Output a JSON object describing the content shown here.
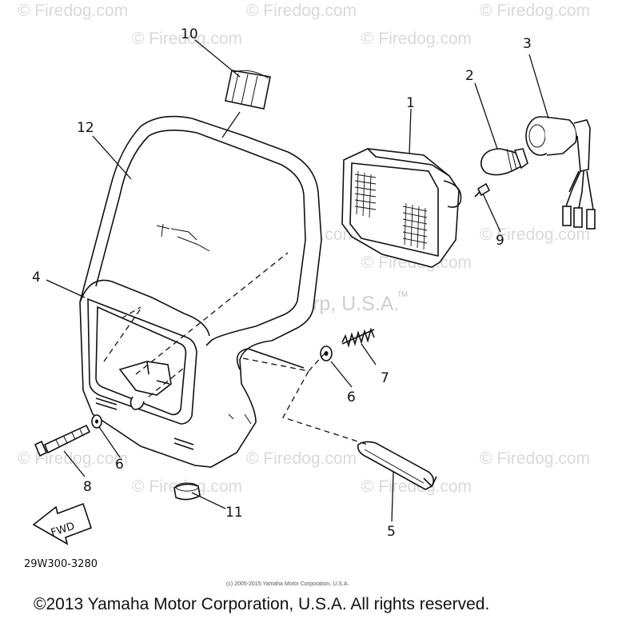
{
  "watermark": {
    "text": "© Firedog.com",
    "center_text": "Yamaha Motor Corp, U.S.A."
  },
  "diagram": {
    "part_labels": [
      "1",
      "2",
      "3",
      "4",
      "5",
      "6",
      "6",
      "7",
      "8",
      "9",
      "10",
      "11",
      "12"
    ],
    "drawing_code": "29W300-3280",
    "fwd_label": "FWD",
    "tm_mark": "TM"
  },
  "footer": {
    "small_copyright": "(c) 2005-2015 Yamaha Motor Corporation, U.S.A.",
    "copyright": "©2013 Yamaha Motor Corporation, U.S.A. All rights reserved."
  }
}
